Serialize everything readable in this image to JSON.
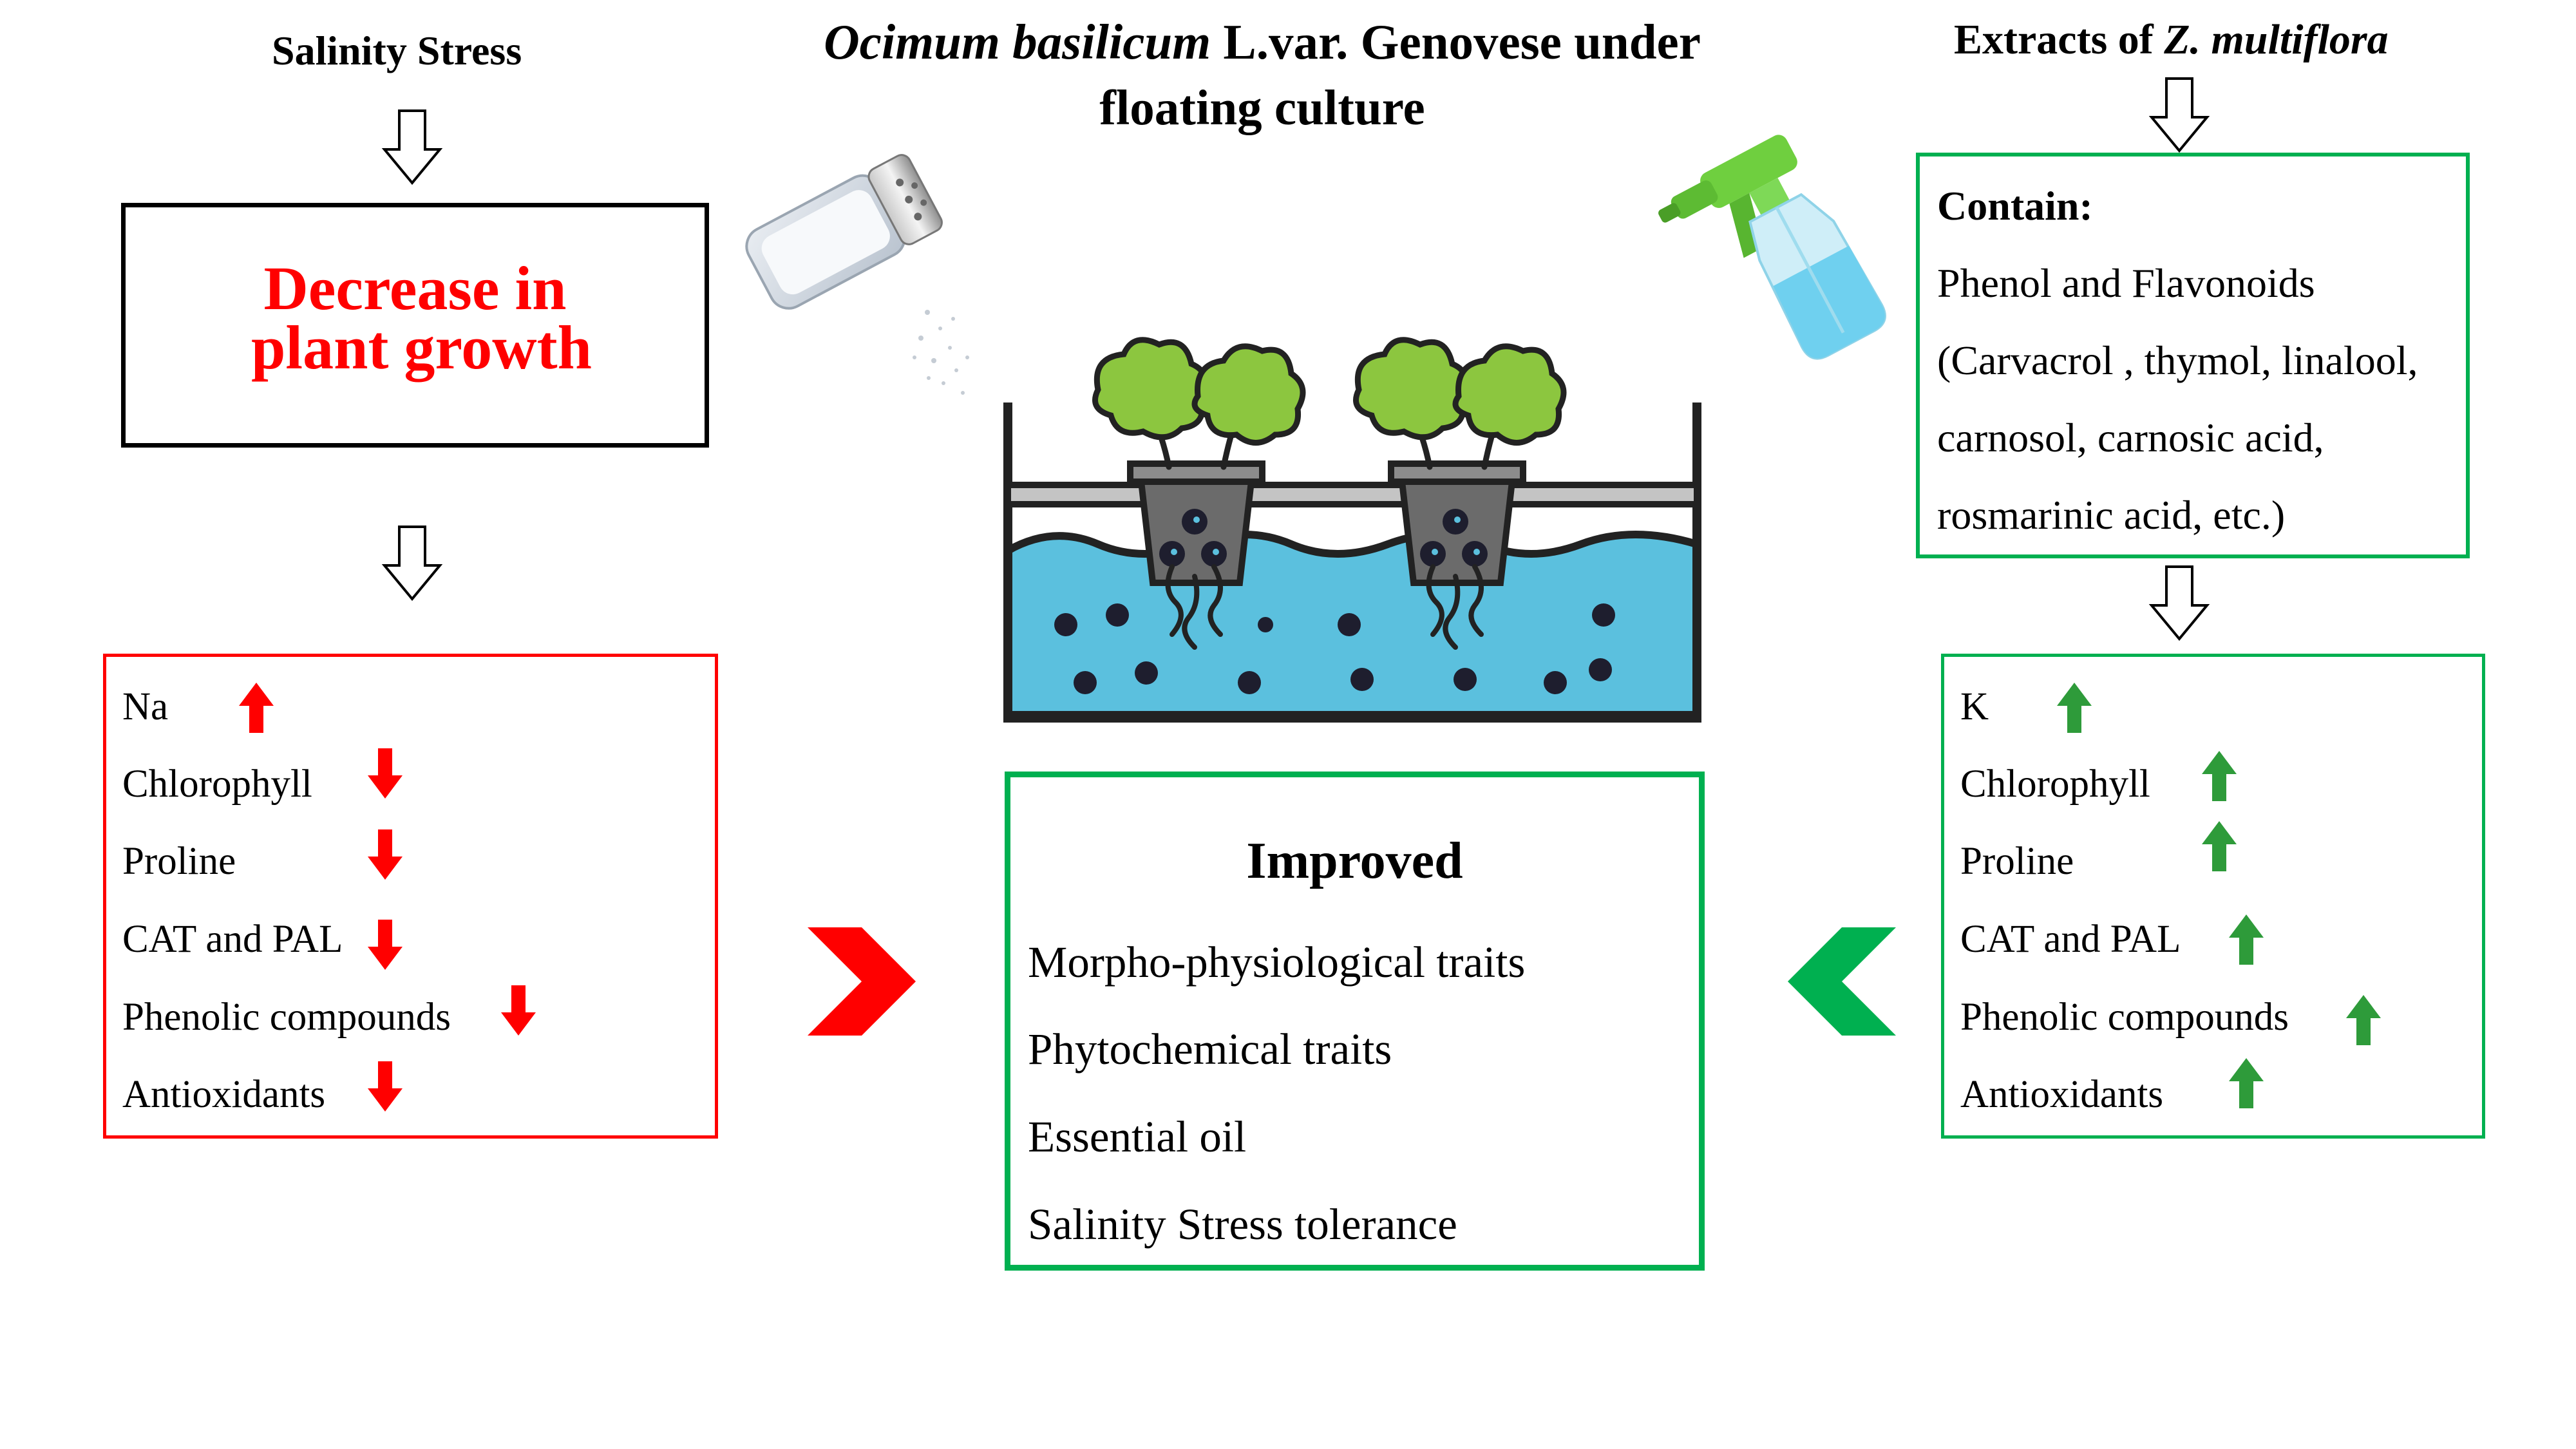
{
  "title": {
    "species": "Ocimum basilicum",
    "rest_line1": " L.var. Genovese under",
    "line2": "floating culture"
  },
  "salinity": {
    "heading": "Salinity Stress",
    "effect_line1": "Decrease in",
    "effect_line2": "plant growth",
    "items": [
      {
        "label": "Na",
        "trend": "up"
      },
      {
        "label": "Chlorophyll",
        "trend": "down"
      },
      {
        "label": "Proline",
        "trend": "down"
      },
      {
        "label": "CAT and PAL",
        "trend": "down"
      },
      {
        "label": "Phenolic compounds",
        "trend": "down"
      },
      {
        "label": "Antioxidants",
        "trend": "down"
      }
    ]
  },
  "extracts": {
    "heading_prefix": "Extracts of ",
    "heading_species": "Z. multiflora",
    "contain_label": "Contain:",
    "contain_lines": [
      "Phenol and Flavonoids",
      "(Carvacrol , thymol, linalool,",
      "carnosol, carnosic acid,",
      "rosmarinic acid, etc.)"
    ],
    "items": [
      {
        "label": "K",
        "trend": "up"
      },
      {
        "label": "Chlorophyll",
        "trend": "up"
      },
      {
        "label": "Proline",
        "trend": "up"
      },
      {
        "label": "CAT and PAL",
        "trend": "up"
      },
      {
        "label": "Phenolic compounds",
        "trend": "up"
      },
      {
        "label": "Antioxidants",
        "trend": "up"
      }
    ]
  },
  "result": {
    "heading": "Improved",
    "items": [
      "Morpho-physiological traits",
      "Phytochemical traits",
      "Essential oil",
      "Salinity Stress tolerance"
    ]
  },
  "colors": {
    "red": "#ff0000",
    "green_border": "#00b050",
    "green_arrow": "#2e9b3a",
    "water": "#5bc0de",
    "leaf": "#8cc63f"
  },
  "icons": [
    "salt-shaker-icon",
    "spray-bottle-icon",
    "hydroponic-tank-icon",
    "arrow-up-icon",
    "arrow-down-icon",
    "hollow-down-arrow-icon",
    "chevron-right-icon",
    "chevron-left-icon"
  ]
}
